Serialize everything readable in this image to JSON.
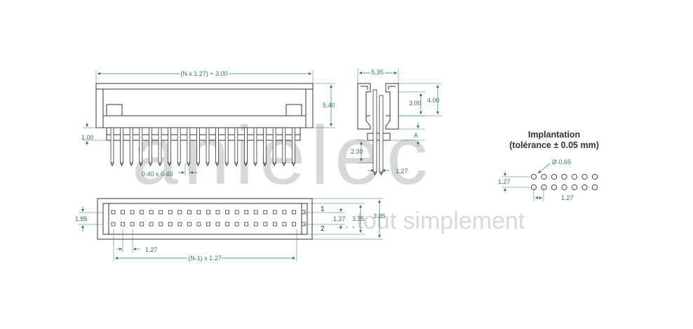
{
  "watermark": {
    "brand": "anielec",
    "tagline": "...tout simplement"
  },
  "front_view": {
    "overall_length": "(N x 1.27) + 3.00",
    "height": "5.40",
    "standoff": "1.00",
    "pin_section": "0.40 x 0.40"
  },
  "top_view": {
    "row_offset": "1.85",
    "row_pitch": "1.27",
    "inner_height": "3.35",
    "outer_height": "3.85",
    "pitch": "1.27",
    "span": "(N-1) x 1.27",
    "pin1_label": "1",
    "pin2_label": "2"
  },
  "side_view": {
    "width": "5.35",
    "slot_height": "3.00",
    "body_height": "4.00",
    "section_label": "A",
    "pin_length": "2.30",
    "row_pitch": "1.27"
  },
  "layout": {
    "title_line1": "Implantation",
    "title_line2": "(tolérance ± 0.05 mm)",
    "hole_diameter": "Ø 0.65",
    "row_pitch": "1.27",
    "column_pitch": "1.27",
    "columns": 7,
    "rows": 2
  },
  "colors": {
    "dimension": "#2d7a5b",
    "outline": "#333333",
    "watermark": "#d8d8d8"
  }
}
